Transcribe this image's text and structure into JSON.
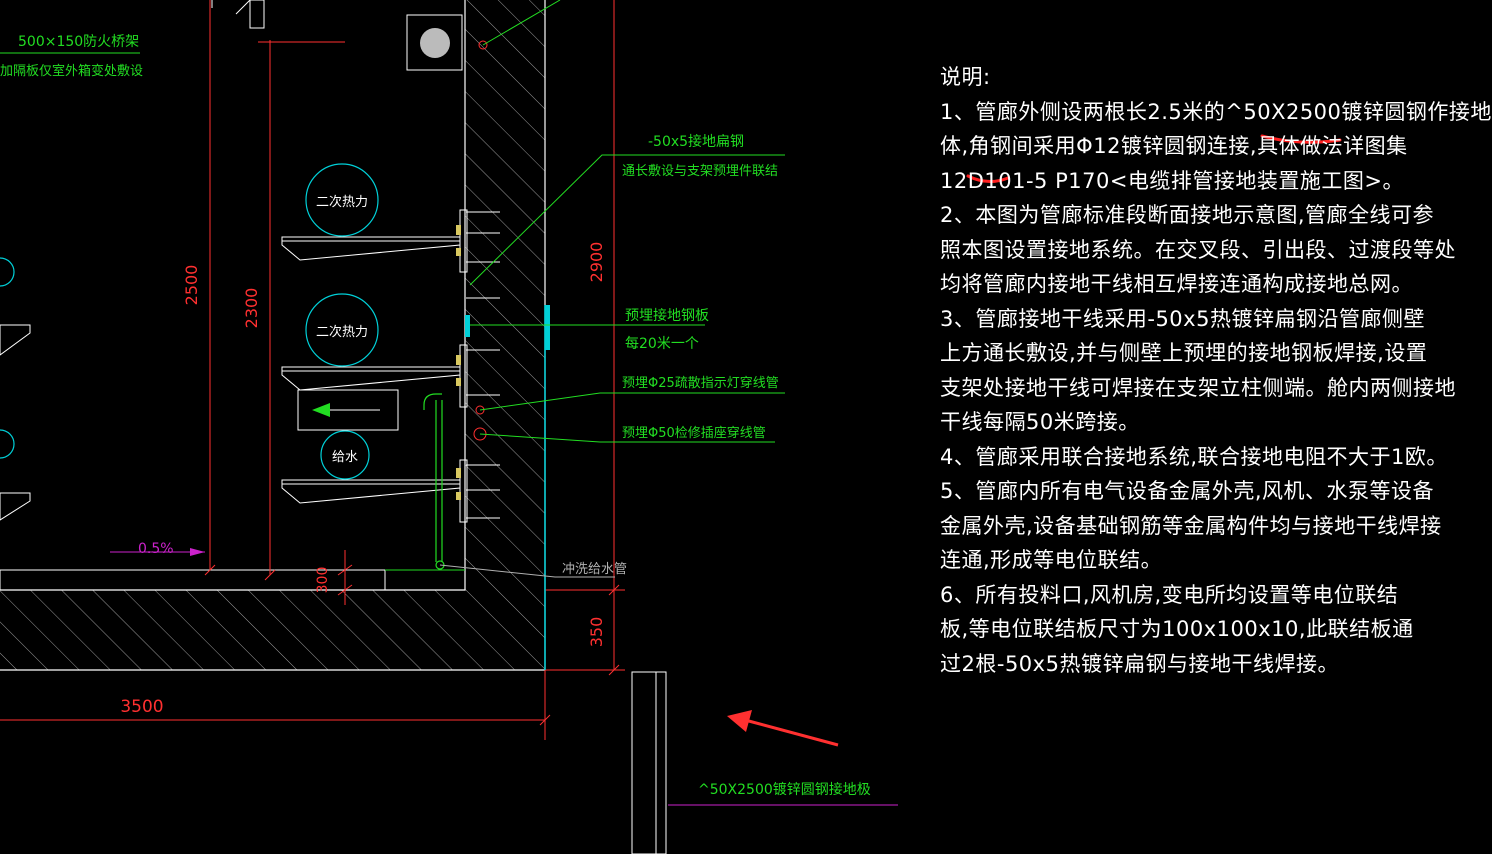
{
  "labels": {
    "fire_tray": "500×150防火桥架",
    "fire_tray_sub": "加隔板仅室外箱变处敷设",
    "heat_1": "二次热力",
    "heat_2": "二次热力",
    "water_supply": "给水",
    "flat_steel": "-50x5接地扁钢",
    "flat_steel_sub": "通长敷设与支架预埋件联结",
    "embedded_plate": "预埋接地钢板",
    "embedded_plate_sub": "每20米一个",
    "conduit_25": "预埋Φ25疏散指示灯穿线管",
    "conduit_50": "预埋Φ50检修插座穿线管",
    "flush_pipe": "冲洗给水管",
    "slope": "0.5%",
    "rod_plate": "^50X2500镀锌圆钢接地极"
  },
  "dimensions": {
    "d2500": "2500",
    "d2300": "2300",
    "d2900": "2900",
    "d300": "300",
    "d350": "350",
    "d3500": "3500"
  },
  "colors": {
    "red": "#ff3030",
    "green": "#22dd22",
    "cyan": "#00d0d8",
    "white": "#ffffff",
    "magenta": "#cc22cc",
    "gray": "#b0b0b0"
  },
  "notes": {
    "heading": "说明:",
    "lines": [
      "1、管廊外侧设两根长2.5米的^50X2500镀锌圆钢作接地",
      "体,角钢间采用Φ12镀锌圆钢连接,具体做法详图集",
      "12D101-5 P170<电缆排管接地装置施工图>。",
      "2、本图为管廊标准段断面接地示意图,管廊全线可参",
      "照本图设置接地系统。在交叉段、引出段、过渡段等处",
      "均将管廊内接地干线相互焊接连通构成接地总网。",
      "3、管廊接地干线采用-50x5热镀锌扁钢沿管廊侧壁",
      "上方通长敷设,并与侧壁上预埋的接地钢板焊接,设置",
      "支架处接地干线可焊接在支架立柱侧端。舱内两侧接地",
      "干线每隔50米跨接。",
      "4、管廊采用联合接地系统,联合接地电阻不大于1欧。",
      "5、管廊内所有电气设备金属外壳,风机、水泵等设备",
      "金属外壳,设备基础钢筋等金属构件均与接地干线焊接",
      "连通,形成等电位联结。",
      "6、所有投料口,风机房,变电所均设置等电位联结",
      "板,等电位联结板尺寸为100x100x10,此联结板通",
      "过2根-50x5热镀锌扁钢与接地干线焊接。"
    ]
  }
}
